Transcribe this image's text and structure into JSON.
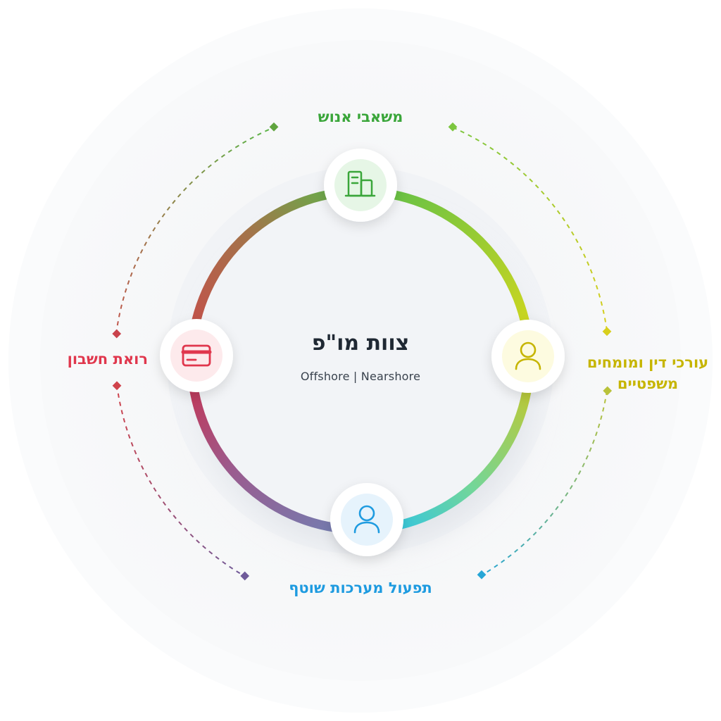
{
  "center": {
    "title": "צוות מו\"פ",
    "subtitle": "Offshore | Nearshore"
  },
  "nodes": [
    {
      "key": "top",
      "label": "משאבי אנוש",
      "color": "#3aa63a",
      "icon": "building-icon"
    },
    {
      "key": "right",
      "label": "עורכי דין ומומחים משפטיים",
      "color": "#c6b500",
      "icon": "user-icon"
    },
    {
      "key": "bottom",
      "label": "תפעול מערכות שוטף",
      "color": "#1e9be0",
      "icon": "user-icon"
    },
    {
      "key": "left",
      "label": "רואת חשבון",
      "color": "#e0374d",
      "icon": "credit-card-icon"
    }
  ],
  "colors": {
    "ring_top": "#5fc24b",
    "ring_right": "#d7d81c",
    "ring_bottom_right": "#22c1f2",
    "ring_bottom_left": "#8a6aa8",
    "ring_left": "#c8324f",
    "ring_top_left": "#c0604a"
  }
}
